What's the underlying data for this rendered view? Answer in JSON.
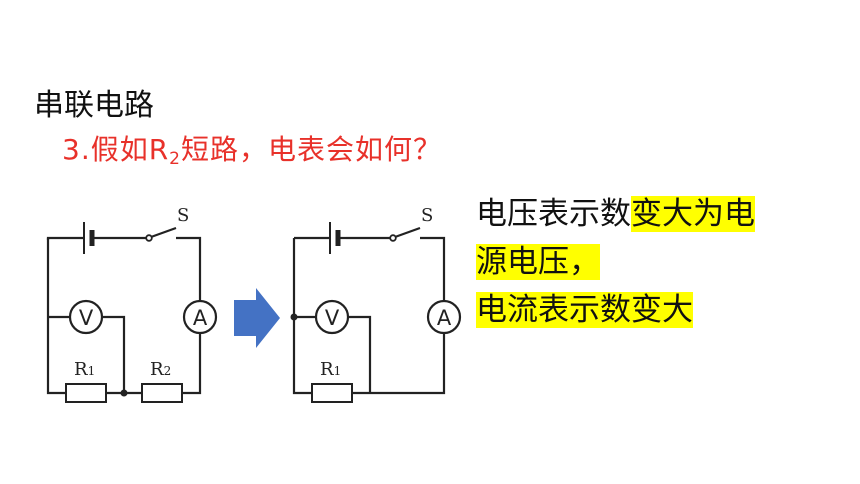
{
  "heading": "串联电路",
  "question": {
    "prefix": "3.假如R",
    "sub": "2",
    "suffix": "短路，电表会如何？"
  },
  "answer": {
    "line1_plain": "电压表示数",
    "line1_highlight": "变大为电",
    "line2_highlight": "源电压，",
    "line3_highlight": "电流表示数变大"
  },
  "circuit_before": {
    "switch_label": "S",
    "voltmeter": "V",
    "ammeter": "A",
    "r1": {
      "letter": "R",
      "sub": "1"
    },
    "r2": {
      "letter": "R",
      "sub": "2"
    }
  },
  "circuit_after": {
    "switch_label": "S",
    "voltmeter": "V",
    "ammeter": "A",
    "r1": {
      "letter": "R",
      "sub": "1"
    }
  },
  "colors": {
    "question": "#e8312a",
    "highlight": "#ffff00",
    "arrow": "#4472c4"
  },
  "icons": {
    "arrow": "right-arrow-icon"
  }
}
